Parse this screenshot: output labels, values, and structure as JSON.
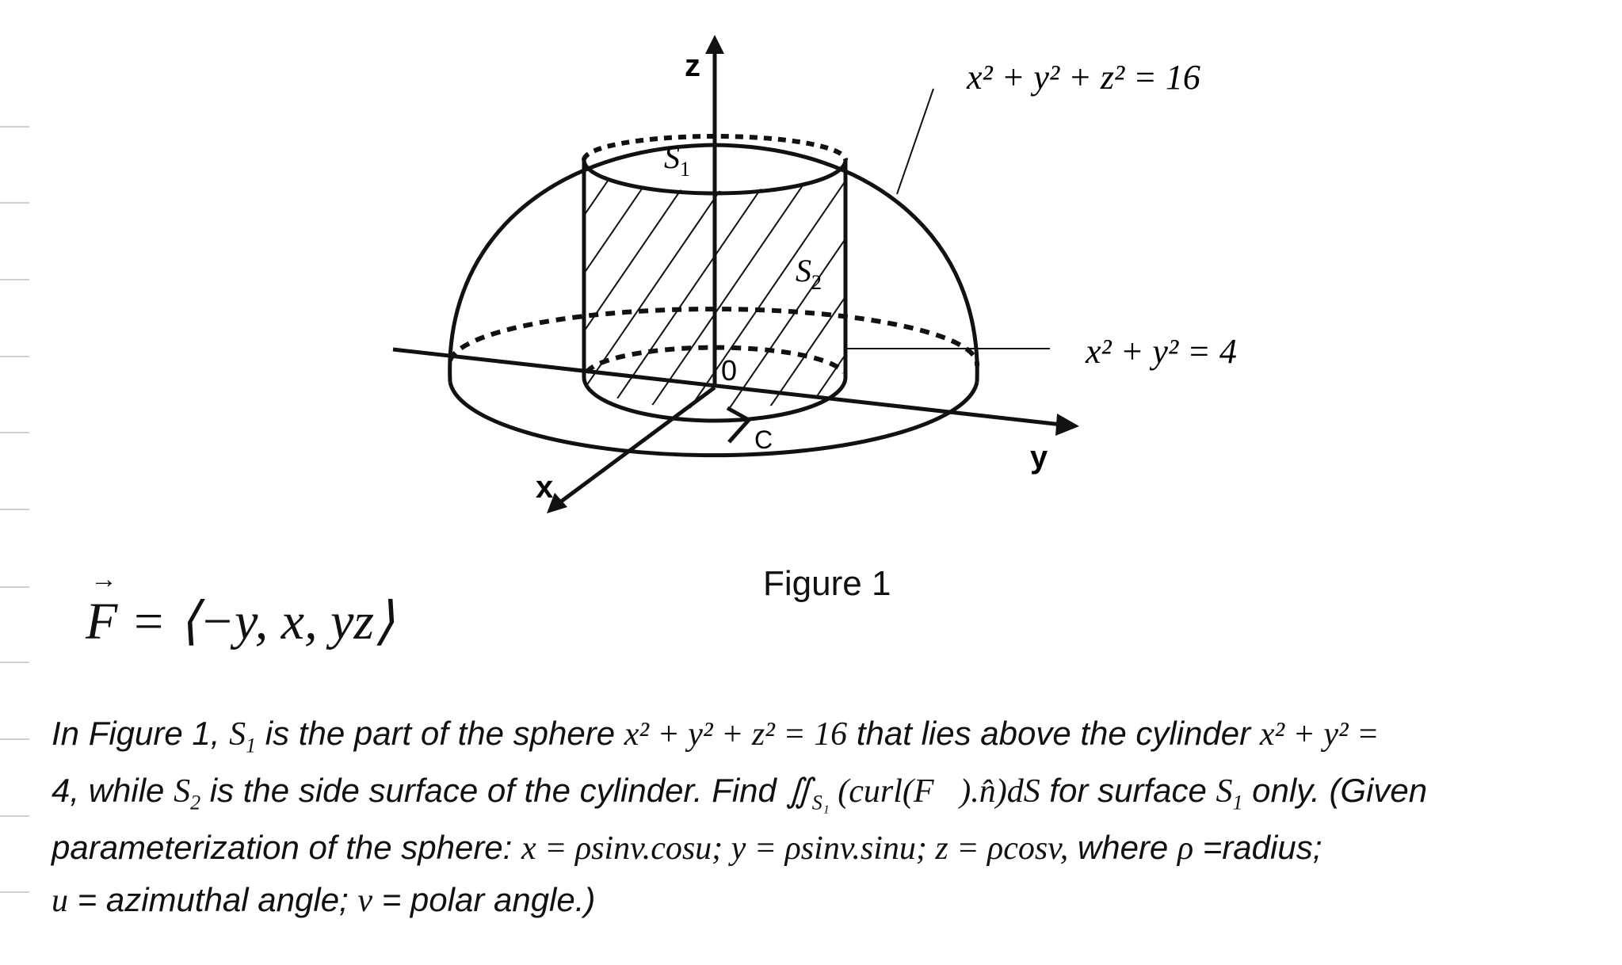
{
  "figure": {
    "caption": "Figure 1",
    "axis_labels": {
      "x": "x",
      "y": "y",
      "z": "z",
      "origin": "0"
    },
    "curve_label": "C",
    "surface_labels": {
      "s1": "S",
      "s1_sub": "1",
      "s2": "S",
      "s2_sub": "2"
    },
    "callouts": {
      "sphere_equation": "x² + y² + z² = 16",
      "cylinder_equation": "x² + y² = 4"
    }
  },
  "vector_field": {
    "lhs": "F",
    "rhs": " = ⟨−y, x, yz⟩"
  },
  "problem": {
    "lines": [
      {
        "parts": [
          "In Figure 1, ",
          "S",
          "1",
          " is the part of the sphere ",
          "x² + y² + z² = 16",
          " that lies above the cylinder ",
          "x² + y² ="
        ]
      },
      {
        "parts": [
          "4, while ",
          "S",
          "2",
          " is the side surface of the cylinder. Find ",
          "∬",
          "S₁",
          " (curl(F⃗).n̂)dS",
          " for surface ",
          "S",
          "1",
          " only. (Given"
        ]
      },
      {
        "parts": [
          "parameterization  of  the  sphere:  ",
          "x = ρsinv.cosu; y = ρsinv.sinu; z = ρcosv,",
          "  where  ",
          "ρ",
          " =radius;"
        ]
      },
      {
        "parts": [
          "u",
          " = azimuthal angle; ",
          "v",
          " = polar angle.)"
        ]
      }
    ]
  },
  "margin_rules_y": [
    159,
    255,
    352,
    449,
    545,
    642,
    740,
    835,
    932,
    1029,
    1125
  ],
  "colors": {
    "ink": "#111111",
    "rule": "#cfcfcf",
    "background": "#ffffff"
  }
}
